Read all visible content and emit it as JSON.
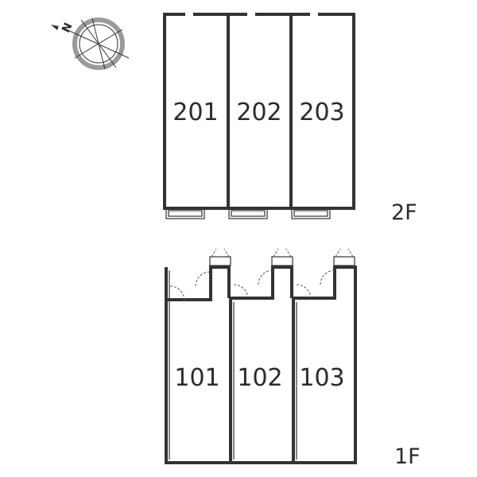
{
  "compass": {
    "label": "N",
    "icon": "north-arrow-compass-icon"
  },
  "floors": [
    {
      "id": "2F",
      "label": "2F",
      "rooms": [
        {
          "label": "201"
        },
        {
          "label": "202"
        },
        {
          "label": "203"
        }
      ]
    },
    {
      "id": "1F",
      "label": "1F",
      "rooms": [
        {
          "label": "101"
        },
        {
          "label": "102"
        },
        {
          "label": "103"
        }
      ]
    }
  ],
  "colors": {
    "wall": "#333333",
    "text": "#2b2b2b",
    "compass_ring": "#9a9a9a",
    "background": "#ffffff"
  }
}
